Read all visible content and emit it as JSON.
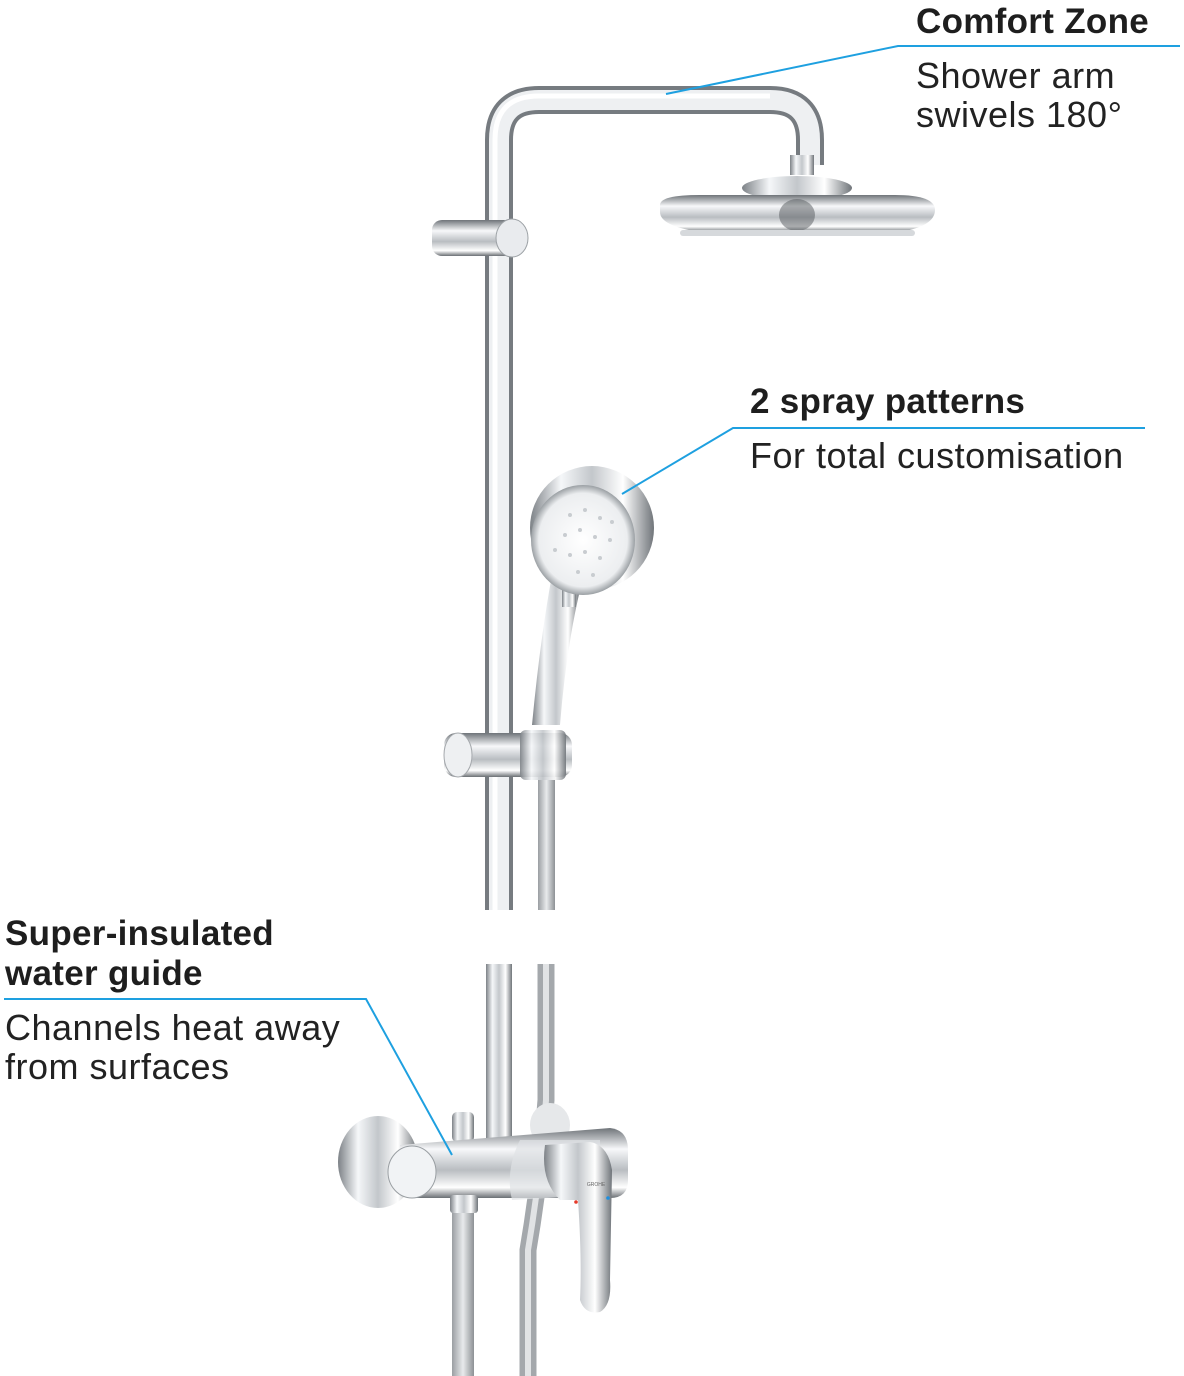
{
  "callouts": [
    {
      "title": "Comfort Zone",
      "lines": [
        "Shower arm",
        "swivels 180°"
      ]
    },
    {
      "title": "2 spray patterns",
      "lines": [
        "For total customisation"
      ]
    },
    {
      "title_lines": [
        "Super-insulated",
        "water guide"
      ],
      "lines": [
        "Channels heat away",
        "from surfaces"
      ]
    }
  ],
  "brand_logo": "GROHE",
  "colors": {
    "accent_line": "#1ea0e0",
    "text": "#1e1e1e",
    "chrome_dark": "#6e7378",
    "chrome_light": "#f4f6f8"
  }
}
